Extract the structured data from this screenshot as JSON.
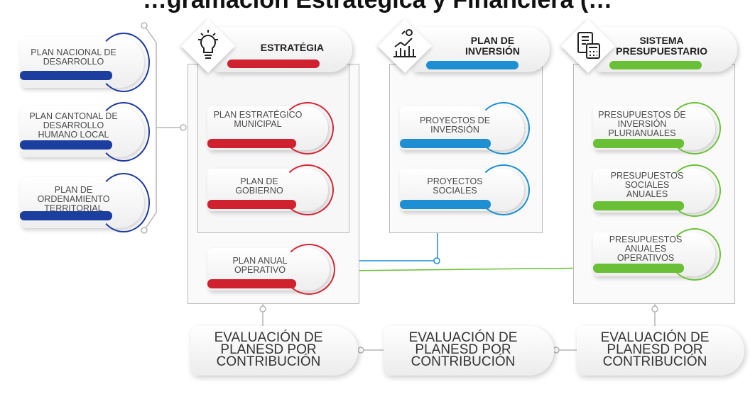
{
  "title": "…gramación Estratégica y Financiera (…",
  "left_cards": [
    {
      "label": "PLAN NACIONAL DE DESARROLLO"
    },
    {
      "label": "PLAN CANTONAL DE DESARROLLO HUMANO LOCAL"
    },
    {
      "label": "PLAN DE ORDENAMIENTO TERRITORIAL"
    }
  ],
  "columns": {
    "estrategia": {
      "title": "ESTRATÉGIA",
      "icon": "lightbulb-icon",
      "color": "#d0212f",
      "cards": [
        {
          "label": "PLAN ESTRATÉGICO MUNICIPAL"
        },
        {
          "label": "PLAN DE GOBIERNO"
        }
      ],
      "outside_card": {
        "label": "PLAN ANUAL OPERATIVO"
      }
    },
    "inversion": {
      "title_line1": "PLAN DE",
      "title_line2": "INVERSIÓN",
      "icon": "investment-chart-icon",
      "color": "#1e8fd3",
      "cards": [
        {
          "label": "PROYECTOS DE INVERSIÓN"
        },
        {
          "label": "PROYECTOS SOCIALES"
        }
      ]
    },
    "presupuesto": {
      "title_line1": "SISTEMA",
      "title_line2": "PRESUPUESTARIO",
      "icon": "budget-calculator-icon",
      "color": "#69bf35",
      "cards": [
        {
          "label": "PRESUPUESTOS DE INVERSIÓN PLURIANUALES"
        },
        {
          "label": "PRESUPUESTOS SOCIALES ANUALES"
        },
        {
          "label": "PRESUPUESTOS ANUALES OPERATIVOS"
        }
      ]
    }
  },
  "evaluations": [
    {
      "line1": "EVALUACIÓN DE",
      "line2": "PLANESD POR",
      "line3": "CONTRIBUCIÓN"
    },
    {
      "line1": "EVALUACIÓN DE",
      "line2": "PLANESD POR",
      "line3": "CONTRIBUCIÓN"
    },
    {
      "line1": "EVALUACIÓN DE",
      "line2": "PLANESD POR",
      "line3": "CONTRIBUCIÓN"
    }
  ],
  "colors": {
    "blue": "#1c3f9f",
    "red": "#d0212f",
    "sky": "#1e8fd3",
    "green": "#69bf35",
    "connector": "#b5b5b5"
  }
}
